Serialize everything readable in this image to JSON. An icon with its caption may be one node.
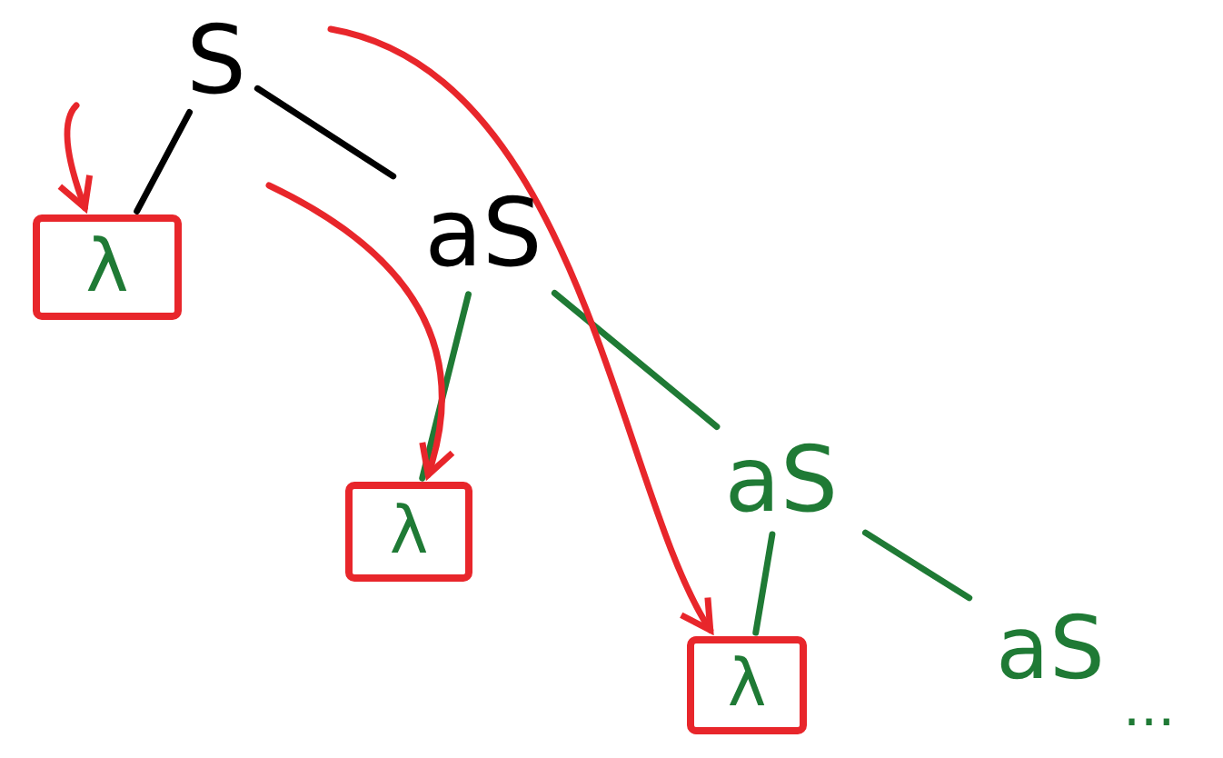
{
  "diagram": {
    "nodes": [
      {
        "text": [
          "S"
        ]
      },
      {
        "text": [
          "λ"
        ]
      },
      {
        "text": [
          "aS"
        ]
      },
      {
        "text": [
          "λ"
        ]
      },
      {
        "text": [
          "aS"
        ]
      },
      {
        "text": [
          "λ"
        ]
      },
      {
        "text": [
          "aS"
        ]
      }
    ],
    "edges": [
      {
        "from": 0,
        "to": 1,
        "arrow": "none",
        "color": "#000000"
      },
      {
        "from": 0,
        "to": 2,
        "arrow": "none",
        "color": "#000000"
      },
      {
        "from": 2,
        "to": 3,
        "arrow": "none",
        "color": "#1f7a35"
      },
      {
        "from": 2,
        "to": 4,
        "arrow": "none",
        "color": "#1f7a35"
      },
      {
        "from": 4,
        "to": 5,
        "arrow": "none",
        "color": "#1f7a35"
      },
      {
        "from": 4,
        "to": 6,
        "arrow": "none",
        "color": "#1f7a35"
      },
      {
        "from": null,
        "to": 1,
        "arrow": "to",
        "color": "#e8262b"
      },
      {
        "from": null,
        "to": 3,
        "arrow": "to",
        "color": "#e8262b"
      },
      {
        "from": null,
        "to": 5,
        "arrow": "to",
        "color": "#e8262b"
      }
    ],
    "labels": [
      "..."
    ]
  }
}
